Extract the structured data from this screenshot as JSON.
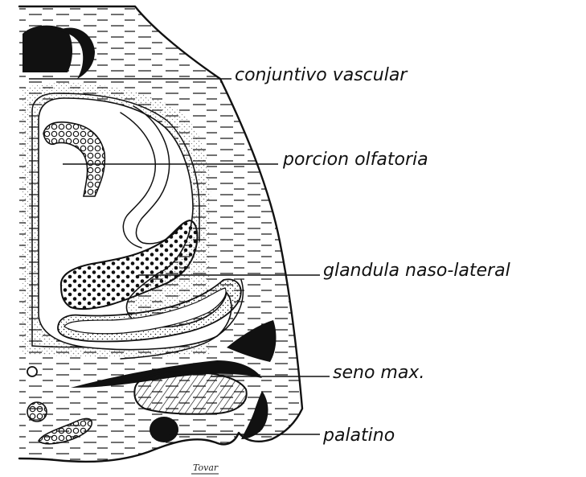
{
  "labels": {
    "conjuntivo": "conjuntivo vascular",
    "olfatoria": "porcion olfatoria",
    "glandula": "glandula naso-lateral",
    "seno": "seno max.",
    "palatino": "palatino"
  },
  "signature": "Tovar",
  "colors": {
    "ink": "#111111",
    "paper": "#ffffff"
  }
}
